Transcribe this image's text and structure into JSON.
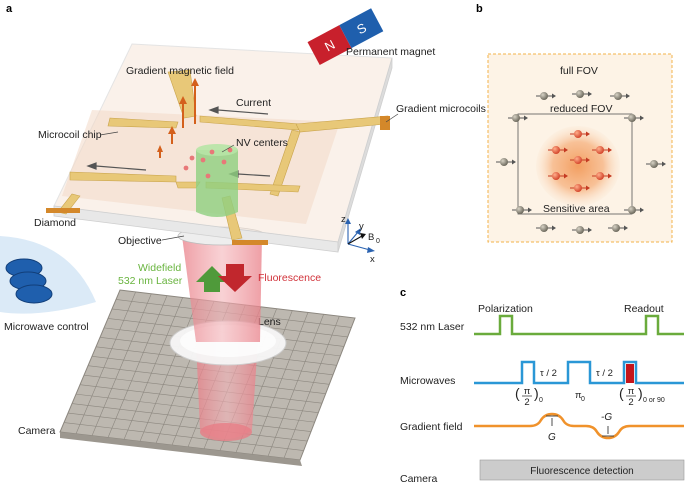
{
  "panels": {
    "a": "a",
    "b": "b",
    "c": "c"
  },
  "setup": {
    "magnet_n": "N",
    "magnet_s": "S",
    "permanent_magnet": "Permanent magnet",
    "gradient_field": "Gradient magnetic field",
    "current": "Current",
    "gradient_microcoils": "Gradient microcoils",
    "microcoil_chip": "Microcoil chip",
    "nv_centers": "NV centers",
    "diamond": "Diamond",
    "objective": "Objective",
    "widefield": "Widefield",
    "laser_532": "532 nm Laser",
    "fluorescence": "Fluorescence",
    "microwave_control": "Microwave control",
    "lens": "Lens",
    "camera": "Camera",
    "axis_z": "z",
    "axis_y": "y",
    "axis_x": "x",
    "axis_b": "B",
    "axis_b_sub": "0"
  },
  "fov": {
    "full": "full FOV",
    "reduced": "reduced FOV",
    "sensitive": "Sensitive area"
  },
  "sequence": {
    "polarization": "Polarization",
    "readout": "Readout",
    "laser_row": "532 nm Laser",
    "microwave_row": "Microwaves",
    "gradient_row": "Gradient field",
    "camera_row": "Camera",
    "tau_half_1": "τ / 2",
    "tau_half_2": "τ / 2",
    "pulse_pi2": "π",
    "pulse_pi2_den": "2",
    "pulse_pi2_sub": "0",
    "pulse_pi": "π",
    "pulse_pi_sub": "0",
    "pulse_last": "π",
    "pulse_last_den": "2",
    "pulse_last_sub": "0 or 90",
    "g_pos": "G",
    "g_neg": "-G",
    "fluorescence_detection": "Fluorescence detection"
  },
  "colors": {
    "laser_green": "#6aab3c",
    "microwave_blue": "#2a97d6",
    "gradient_orange": "#f0922b",
    "fluor_red": "#c4161c",
    "fluor_text": "#d1323a",
    "widefield_text": "#69b43f",
    "magnet_red": "#c8202c",
    "magnet_blue": "#1f5fad",
    "gold": "#e8c878",
    "fov_border": "#f3b34a"
  }
}
